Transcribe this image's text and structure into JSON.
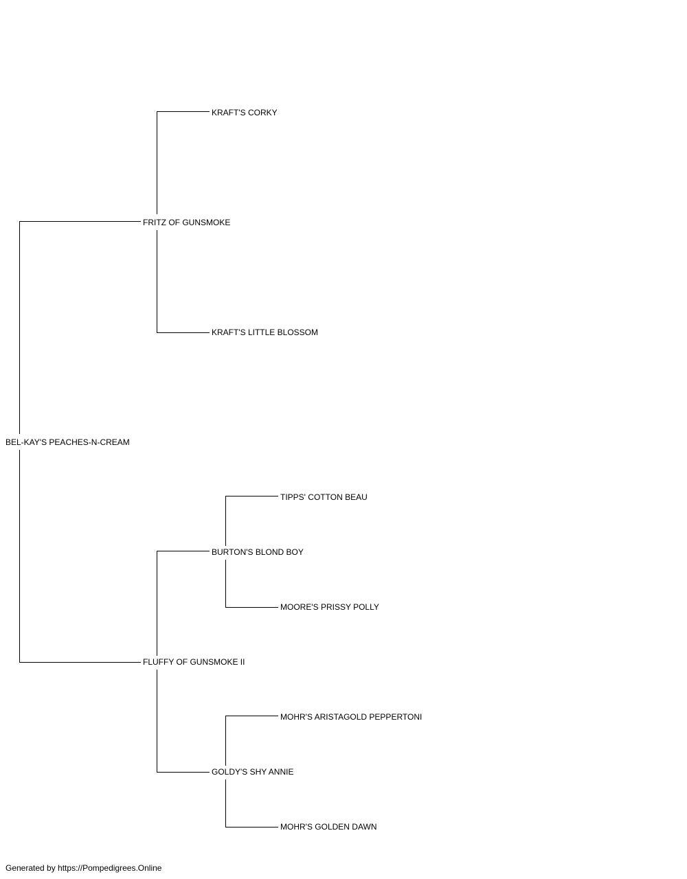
{
  "pedigree": {
    "subject": "BEL-KAY'S PEACHES-N-CREAM",
    "sire": "FRITZ OF GUNSMOKE",
    "sire_sire": "KRAFT'S CORKY",
    "sire_dam": "KRAFT'S LITTLE BLOSSOM",
    "dam": "FLUFFY OF GUNSMOKE II",
    "dam_sire": "BURTON'S BLOND BOY",
    "dam_sire_sire": "TIPPS' COTTON BEAU",
    "dam_sire_dam": "MOORE'S PRISSY POLLY",
    "dam_dam": "GOLDY'S SHY ANNIE",
    "dam_dam_sire": "MOHR'S ARISTAGOLD PEPPERTONI",
    "dam_dam_dam": "MOHR'S GOLDEN DAWN"
  },
  "footer": "Generated by https://Pompedigrees.Online",
  "colors": {
    "line": "#000000",
    "text": "#000000",
    "background": "#ffffff"
  }
}
